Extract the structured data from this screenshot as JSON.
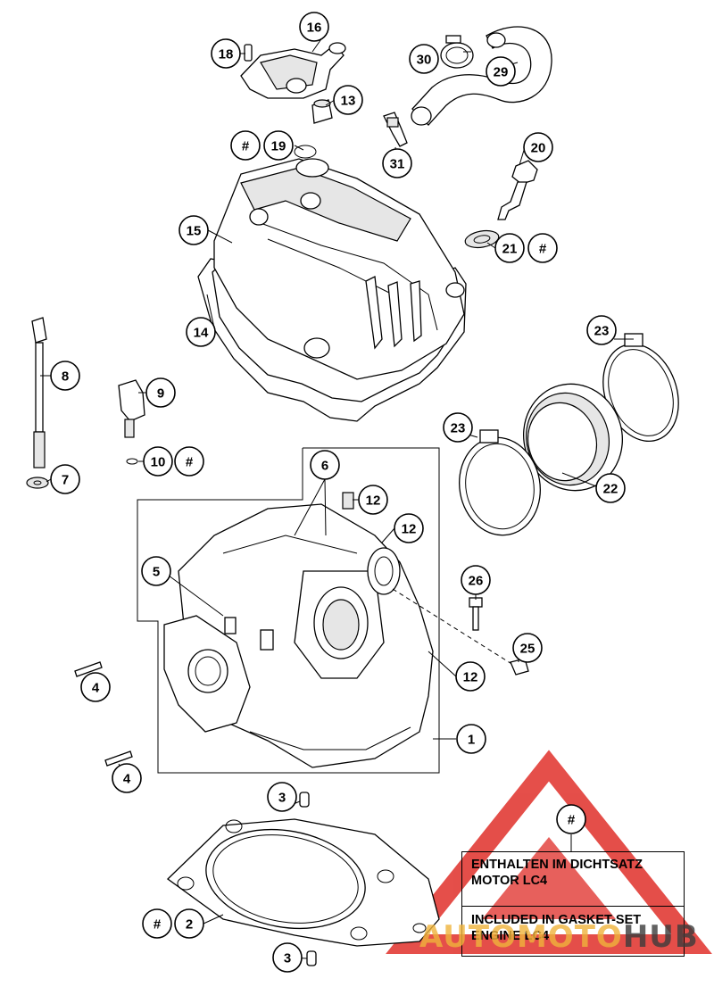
{
  "callouts": [
    {
      "id": "c1",
      "label": "1"
    },
    {
      "id": "c2",
      "label": "2"
    },
    {
      "id": "c2h",
      "label": "#"
    },
    {
      "id": "c3a",
      "label": "3"
    },
    {
      "id": "c3b",
      "label": "3"
    },
    {
      "id": "c4a",
      "label": "4"
    },
    {
      "id": "c4b",
      "label": "4"
    },
    {
      "id": "c5",
      "label": "5"
    },
    {
      "id": "c6",
      "label": "6"
    },
    {
      "id": "c7",
      "label": "7"
    },
    {
      "id": "c8",
      "label": "8"
    },
    {
      "id": "c9",
      "label": "9"
    },
    {
      "id": "c10",
      "label": "10"
    },
    {
      "id": "c10h",
      "label": "#"
    },
    {
      "id": "c12a",
      "label": "12"
    },
    {
      "id": "c12b",
      "label": "12"
    },
    {
      "id": "c12c",
      "label": "12"
    },
    {
      "id": "c13",
      "label": "13"
    },
    {
      "id": "c14",
      "label": "14"
    },
    {
      "id": "c15",
      "label": "15"
    },
    {
      "id": "c16",
      "label": "16"
    },
    {
      "id": "c18",
      "label": "18"
    },
    {
      "id": "c19",
      "label": "19"
    },
    {
      "id": "c19h",
      "label": "#"
    },
    {
      "id": "c20",
      "label": "20"
    },
    {
      "id": "c21",
      "label": "21"
    },
    {
      "id": "c21h",
      "label": "#"
    },
    {
      "id": "c22",
      "label": "22"
    },
    {
      "id": "c23a",
      "label": "23"
    },
    {
      "id": "c23b",
      "label": "23"
    },
    {
      "id": "c25",
      "label": "25"
    },
    {
      "id": "c26",
      "label": "26"
    },
    {
      "id": "c29",
      "label": "29"
    },
    {
      "id": "c30",
      "label": "30"
    },
    {
      "id": "c31",
      "label": "31"
    },
    {
      "id": "cLegend",
      "label": "#"
    }
  ],
  "legend": {
    "line1": "ENTHALTEN IM DICHTSATZ",
    "line2": "MOTOR LC4",
    "line3": "INCLUDED IN GASKET-SET",
    "line4": "ENGINE LC4"
  },
  "watermark": {
    "part1": "AUTOMOTO",
    "part2": "HUB",
    "color_primary": "#f0b43c",
    "color_secondary": "#3c3c3c",
    "logo_color": "#e0302a"
  }
}
